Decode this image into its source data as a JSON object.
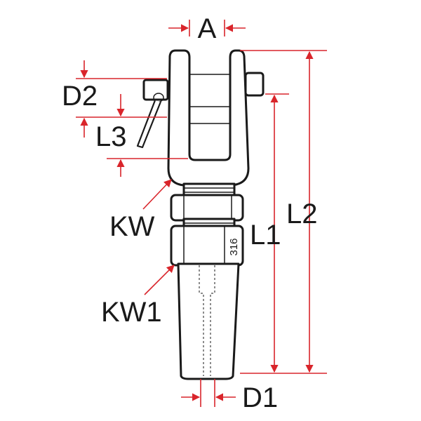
{
  "labels": {
    "A": "A",
    "D1": "D1",
    "D2": "D2",
    "L1": "L1",
    "L2": "L2",
    "L3": "L3",
    "KW": "KW",
    "KW1": "KW1",
    "material": "316"
  },
  "colors": {
    "dimension": "#d9252b",
    "outline": "#1a1a1a"
  }
}
